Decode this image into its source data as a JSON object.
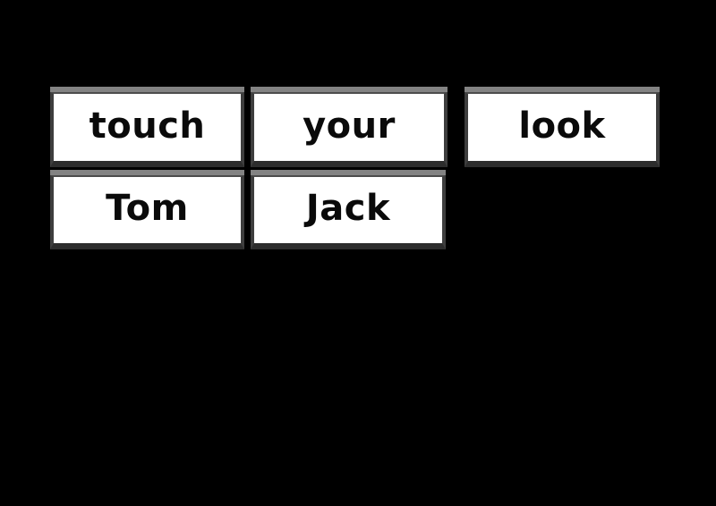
{
  "colors": {
    "background": "#000000",
    "card_fill": "#ffffff",
    "card_border": "#3e3e3e",
    "card_top_strip": "#838383",
    "card_text": "#0a0a0a"
  },
  "cards": [
    {
      "id": "touch",
      "label": "touch",
      "row": 1,
      "column": 1
    },
    {
      "id": "your",
      "label": "your",
      "row": 1,
      "column": 2
    },
    {
      "id": "look",
      "label": "look",
      "row": 1,
      "column": 3
    },
    {
      "id": "tom",
      "label": "Tom",
      "row": 2,
      "column": 1
    },
    {
      "id": "jack",
      "label": "Jack",
      "row": 2,
      "column": 2
    }
  ]
}
